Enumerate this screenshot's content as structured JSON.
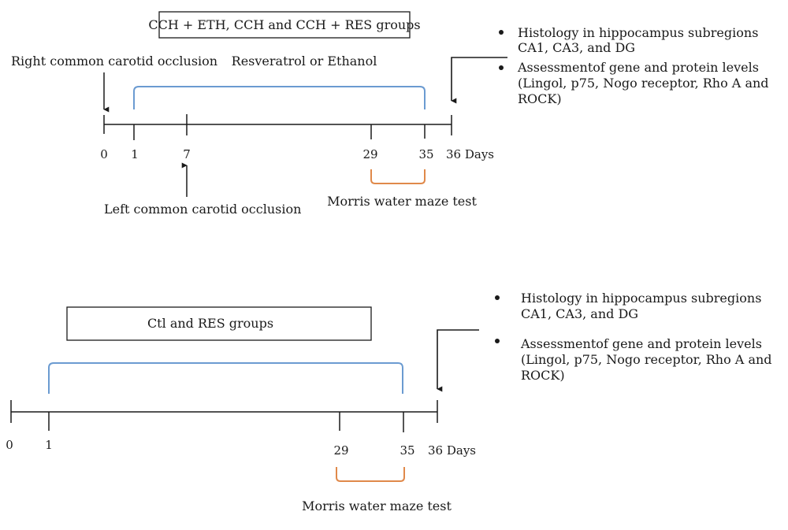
{
  "top_panel": {
    "group_box": "CCH + ETH, CCH and CCH + RES groups",
    "treatment_label": "Resveratrol or Ethanol",
    "right_occlusion": "Right common carotid occlusion",
    "left_occlusion": "Left common carotid occlusion",
    "ticks": [
      "0",
      "1",
      "7",
      "29",
      "35",
      "36 Days"
    ],
    "maze_label": "Morris water maze test",
    "outcomes": [
      {
        "lines": [
          "Histology in hippocampus subregions",
          "CA1, CA3, and DG"
        ]
      },
      {
        "lines": [
          "Assessmentof gene and protein levels",
          "(Lingol, p75, Nogo receptor, Rho A and",
          "ROCK)"
        ]
      }
    ]
  },
  "bottom_panel": {
    "group_box": "Ctl and RES groups",
    "ticks": [
      "0",
      "1",
      "29",
      "35",
      "36 Days"
    ],
    "maze_label": "Morris water maze test",
    "outcomes": [
      {
        "lines": [
          "Histology in hippocampus subregions",
          "CA1, CA3, and DG"
        ]
      },
      {
        "lines": [
          "Assessmentof gene and protein levels",
          "(Lingol, p75, Nogo receptor, Rho A and",
          "ROCK)"
        ]
      }
    ]
  },
  "colors": {
    "treatment_bracket": "#6b9bd1",
    "maze_bracket": "#e0894a",
    "line": "#1a1a1a"
  }
}
